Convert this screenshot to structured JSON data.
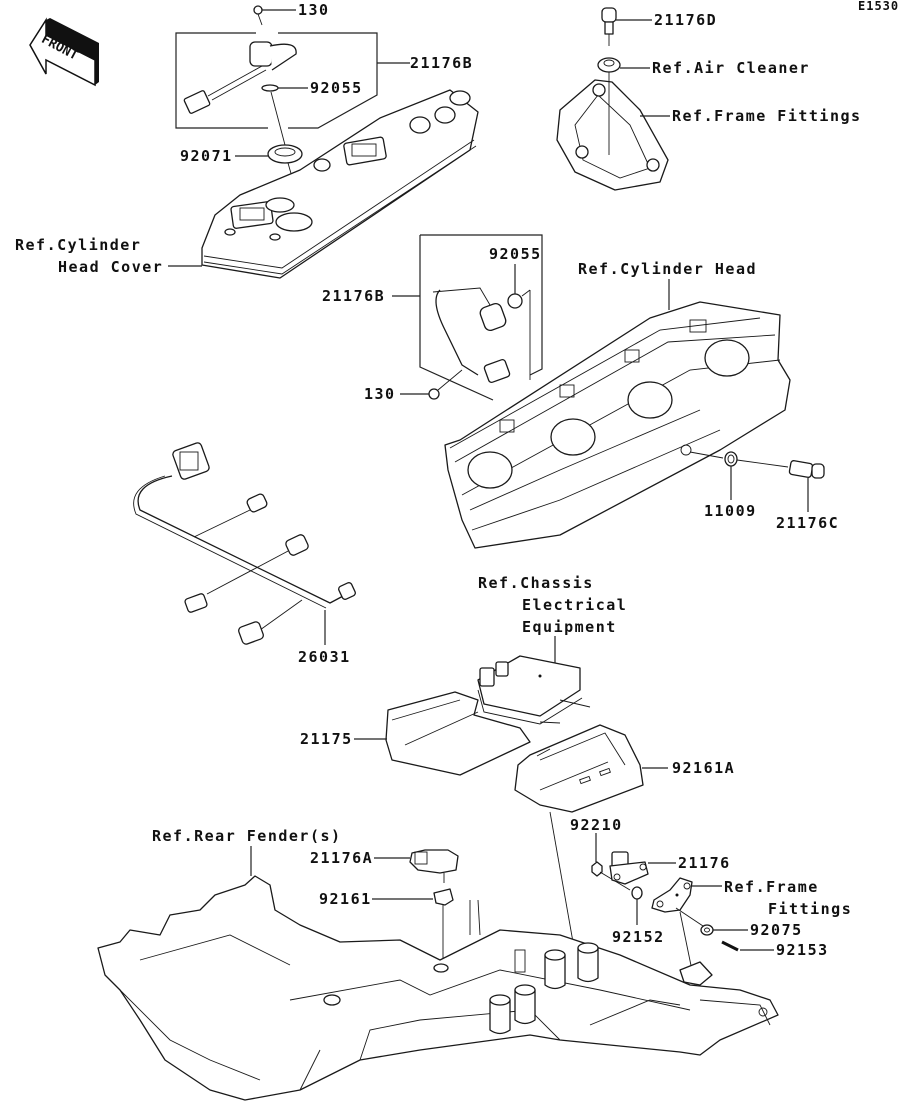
{
  "diagram": {
    "code": "E1530",
    "front_indicator": "FRONT",
    "callouts": {
      "bolt_top": "130",
      "sensor_b_top": "21176B",
      "oring_top": "92055",
      "grommet": "92071",
      "cyl_head_cover_1": "Ref.Cylinder",
      "cyl_head_cover_2": "Head Cover",
      "sensor_d": "21176D",
      "air_cleaner": "Ref.Air Cleaner",
      "frame_fittings_top": "Ref.Frame Fittings",
      "oring_mid": "92055",
      "sensor_b_mid": "21176B",
      "bolt_mid": "130",
      "cyl_head": "Ref.Cylinder Head",
      "gasket": "11009",
      "sensor_c": "21176C",
      "harness": "26031",
      "chassis_1": "Ref.Chassis",
      "chassis_2": "Electrical",
      "chassis_3": "Equipment",
      "ecu_cover": "21175",
      "ecu_holder": "92161A",
      "nut": "92210",
      "sensor": "21176",
      "frame_fittings_bot_1": "Ref.Frame",
      "frame_fittings_bot_2": "Fittings",
      "collar": "92152",
      "washer": "92075",
      "screw": "92153",
      "rear_fender": "Ref.Rear Fender(s)",
      "sensor_a": "21176A",
      "damper": "92161"
    }
  }
}
